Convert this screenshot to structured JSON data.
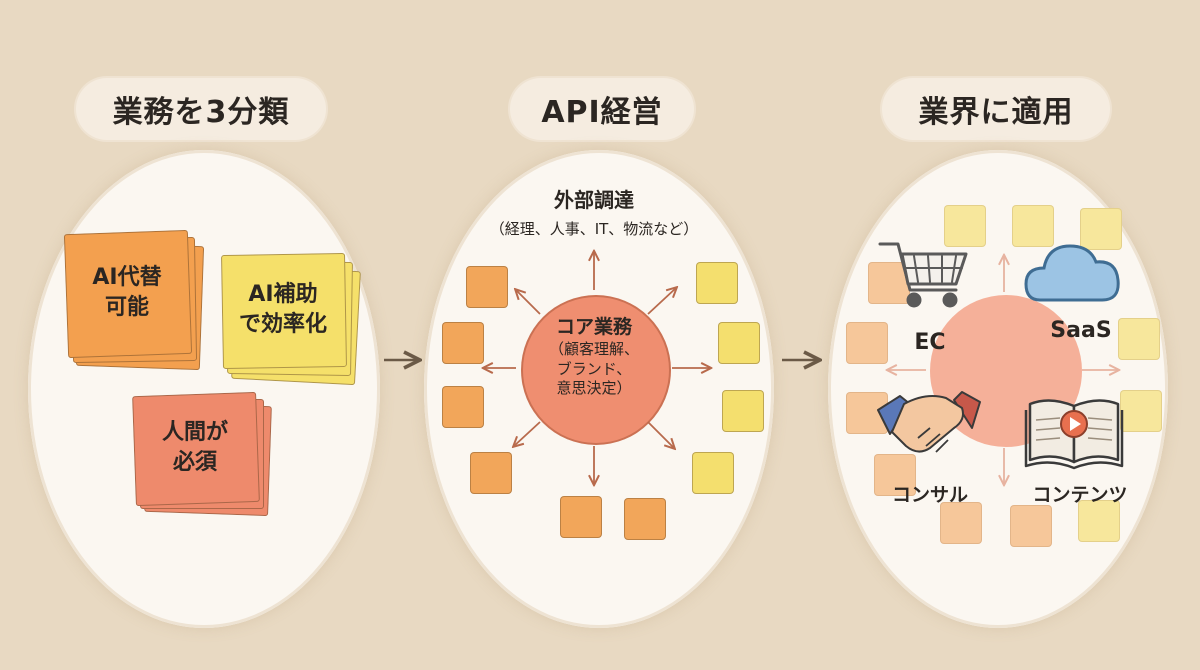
{
  "sections": [
    {
      "title": "業務を3分類"
    },
    {
      "title": "API経営"
    },
    {
      "title": "業界に適用"
    }
  ],
  "classify": {
    "notes": [
      {
        "label": "AI代替\n可能",
        "color": "#f3a04f"
      },
      {
        "label": "AI補助\nで効率化",
        "color": "#f5e06a"
      },
      {
        "label": "人間が\n必須",
        "color": "#ee8a6c"
      }
    ]
  },
  "api": {
    "outsource_title": "外部調達",
    "outsource_detail": "（経理、人事、IT、物流など）",
    "core_title": "コア業務",
    "core_detail": "（顧客理解、\nブランド、\n意思決定）"
  },
  "industries": [
    {
      "label": "EC",
      "icon": "shopping-cart-icon"
    },
    {
      "label": "SaaS",
      "icon": "cloud-icon"
    },
    {
      "label": "コンサル",
      "icon": "handshake-icon"
    },
    {
      "label": "コンテンツ",
      "icon": "open-book-play-icon"
    }
  ],
  "colors": {
    "background": "#e8d9c2",
    "arrow": "#6b5a47",
    "core": "#ef8e70",
    "orange": "#f2a65a",
    "yellow": "#f4df6e"
  }
}
